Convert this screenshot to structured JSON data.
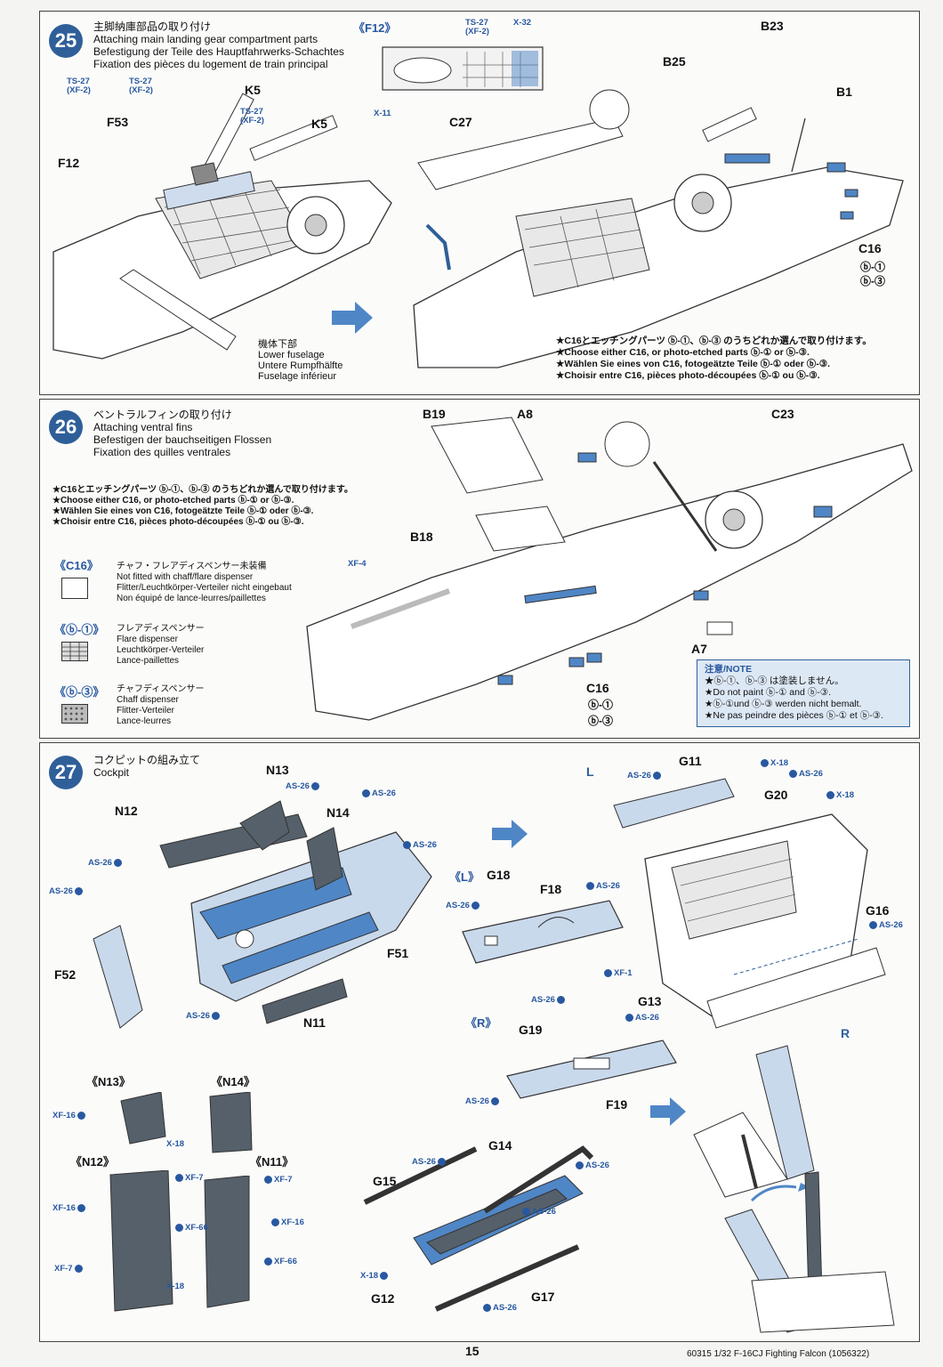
{
  "colors": {
    "accent": "#2f5f99",
    "paint": "#2858a0",
    "blue_part": "#4f86c6"
  },
  "step25": {
    "number": "25",
    "title_ja": "主脚納庫部品の取り付け",
    "title_en": "Attaching main landing gear compartment parts",
    "title_de": "Befestigung der Teile des Hauptfahrwerks-Schachtes",
    "title_fr": "Fixation des pièces du logement de train principal",
    "sub_label": "《F12》",
    "labels": {
      "k5a": "K5",
      "k5b": "K5",
      "f53": "F53",
      "f12": "F12",
      "c27": "C27",
      "b25": "B25",
      "b23": "B23",
      "b1": "B1",
      "c16": "C16",
      "c16_b1": "ⓑ-①",
      "c16_b3": "ⓑ-③"
    },
    "paints": {
      "ts27a": "TS-27",
      "ts27a_sub": "(XF-2)",
      "ts27b": "TS-27",
      "ts27b_sub": "(XF-2)",
      "ts27c": "TS-27",
      "ts27c_sub": "(XF-2)",
      "ts27d": "TS-27",
      "ts27d_sub": "(XF-2)",
      "x32": "X-32",
      "x11": "X-11"
    },
    "lower_fuselage": {
      "ja": "機体下部",
      "en": "Lower fuselage",
      "de": "Untere Rumpfhälfte",
      "fr": "Fuselage inférieur"
    },
    "choose": [
      "★C16とエッチングパーツ ⓑ-①、ⓑ-③ のうちどれか選んで取り付けます。",
      "★Choose either C16, or photo-etched parts ⓑ-① or ⓑ-③.",
      "★Wählen Sie eines von C16, fotogeätzte Teile ⓑ-① oder ⓑ-③.",
      "★Choisir entre C16, pièces photo-découpées ⓑ-① ou ⓑ-③."
    ]
  },
  "step26": {
    "number": "26",
    "title_ja": "ベントラルフィンの取り付け",
    "title_en": "Attaching ventral fins",
    "title_de": "Befestigen der bauchseitigen Flossen",
    "title_fr": "Fixation des quilles ventrales",
    "choose": [
      "★C16とエッチングパーツ ⓑ-①、ⓑ-③ のうちどれか選んで取り付けます。",
      "★Choose either C16, or photo-etched parts ⓑ-① or ⓑ-③.",
      "★Wählen Sie eines von C16, fotogeätzte Teile ⓑ-① oder ⓑ-③.",
      "★Choisir entre C16, pièces photo-découpées ⓑ-① ou ⓑ-③."
    ],
    "c16": {
      "title": "《C16》",
      "ja": "チャフ・フレアディスペンサー未装備",
      "en": "Not fitted with chaff/flare dispenser",
      "de": "Flitter/Leuchtkörper-Verteiler nicht eingebaut",
      "fr": "Non équipé de lance-leurres/paillettes"
    },
    "b1": {
      "title": "《ⓑ-①》",
      "ja": "フレアディスペンサー",
      "en": "Flare dispenser",
      "de": "Leuchtkörper-Verteiler",
      "fr": "Lance-paillettes"
    },
    "b3": {
      "title": "《ⓑ-③》",
      "ja": "チャフディスペンサー",
      "en": "Chaff dispenser",
      "de": "Flitter-Verteiler",
      "fr": "Lance-leurres"
    },
    "labels": {
      "b19": "B19",
      "a8": "A8",
      "c23": "C23",
      "b18": "B18",
      "a7": "A7",
      "c16": "C16",
      "c16_b1": "ⓑ-①",
      "c16_b3": "ⓑ-③",
      "xf4": "XF-4"
    },
    "note": {
      "title": "注意/NOTE",
      "lines": [
        "★ⓑ-①、ⓑ-③ は塗装しません。",
        "★Do not paint ⓑ-① and ⓑ-③.",
        "★ⓑ-①und ⓑ-③ werden nicht bemalt.",
        "★Ne pas peindre des pièces ⓑ-① et ⓑ-③."
      ]
    }
  },
  "step27": {
    "number": "27",
    "title_ja": "コクピットの組み立て",
    "title_en": "Cockpit",
    "labels": {
      "n13": "N13",
      "n12": "N12",
      "n14": "N14",
      "f52": "F52",
      "f51": "F51",
      "n11": "N11",
      "l": "L",
      "g11": "G11",
      "g20": "G20",
      "g16": "G16",
      "r": "R",
      "g18": "G18",
      "f18": "F18",
      "g13": "G13",
      "g19": "G19",
      "f19": "F19",
      "g14": "G14",
      "g15": "G15",
      "g12": "G12",
      "g17": "G17"
    },
    "subs": {
      "l": "《L》",
      "r": "《R》",
      "n13": "《N13》",
      "n14": "《N14》",
      "n12": "《N12》",
      "n11": "《N11》"
    },
    "paints": {
      "as26": "AS-26",
      "x18": "X-18",
      "xf1": "XF-1",
      "xf16": "XF-16",
      "xf7": "XF-7",
      "xf66": "XF-66"
    }
  },
  "footer": {
    "page": "15",
    "code": "60315",
    "scale": "1/32",
    "name": "F-16CJ Fighting Falcon",
    "ref": "(1056322)"
  }
}
